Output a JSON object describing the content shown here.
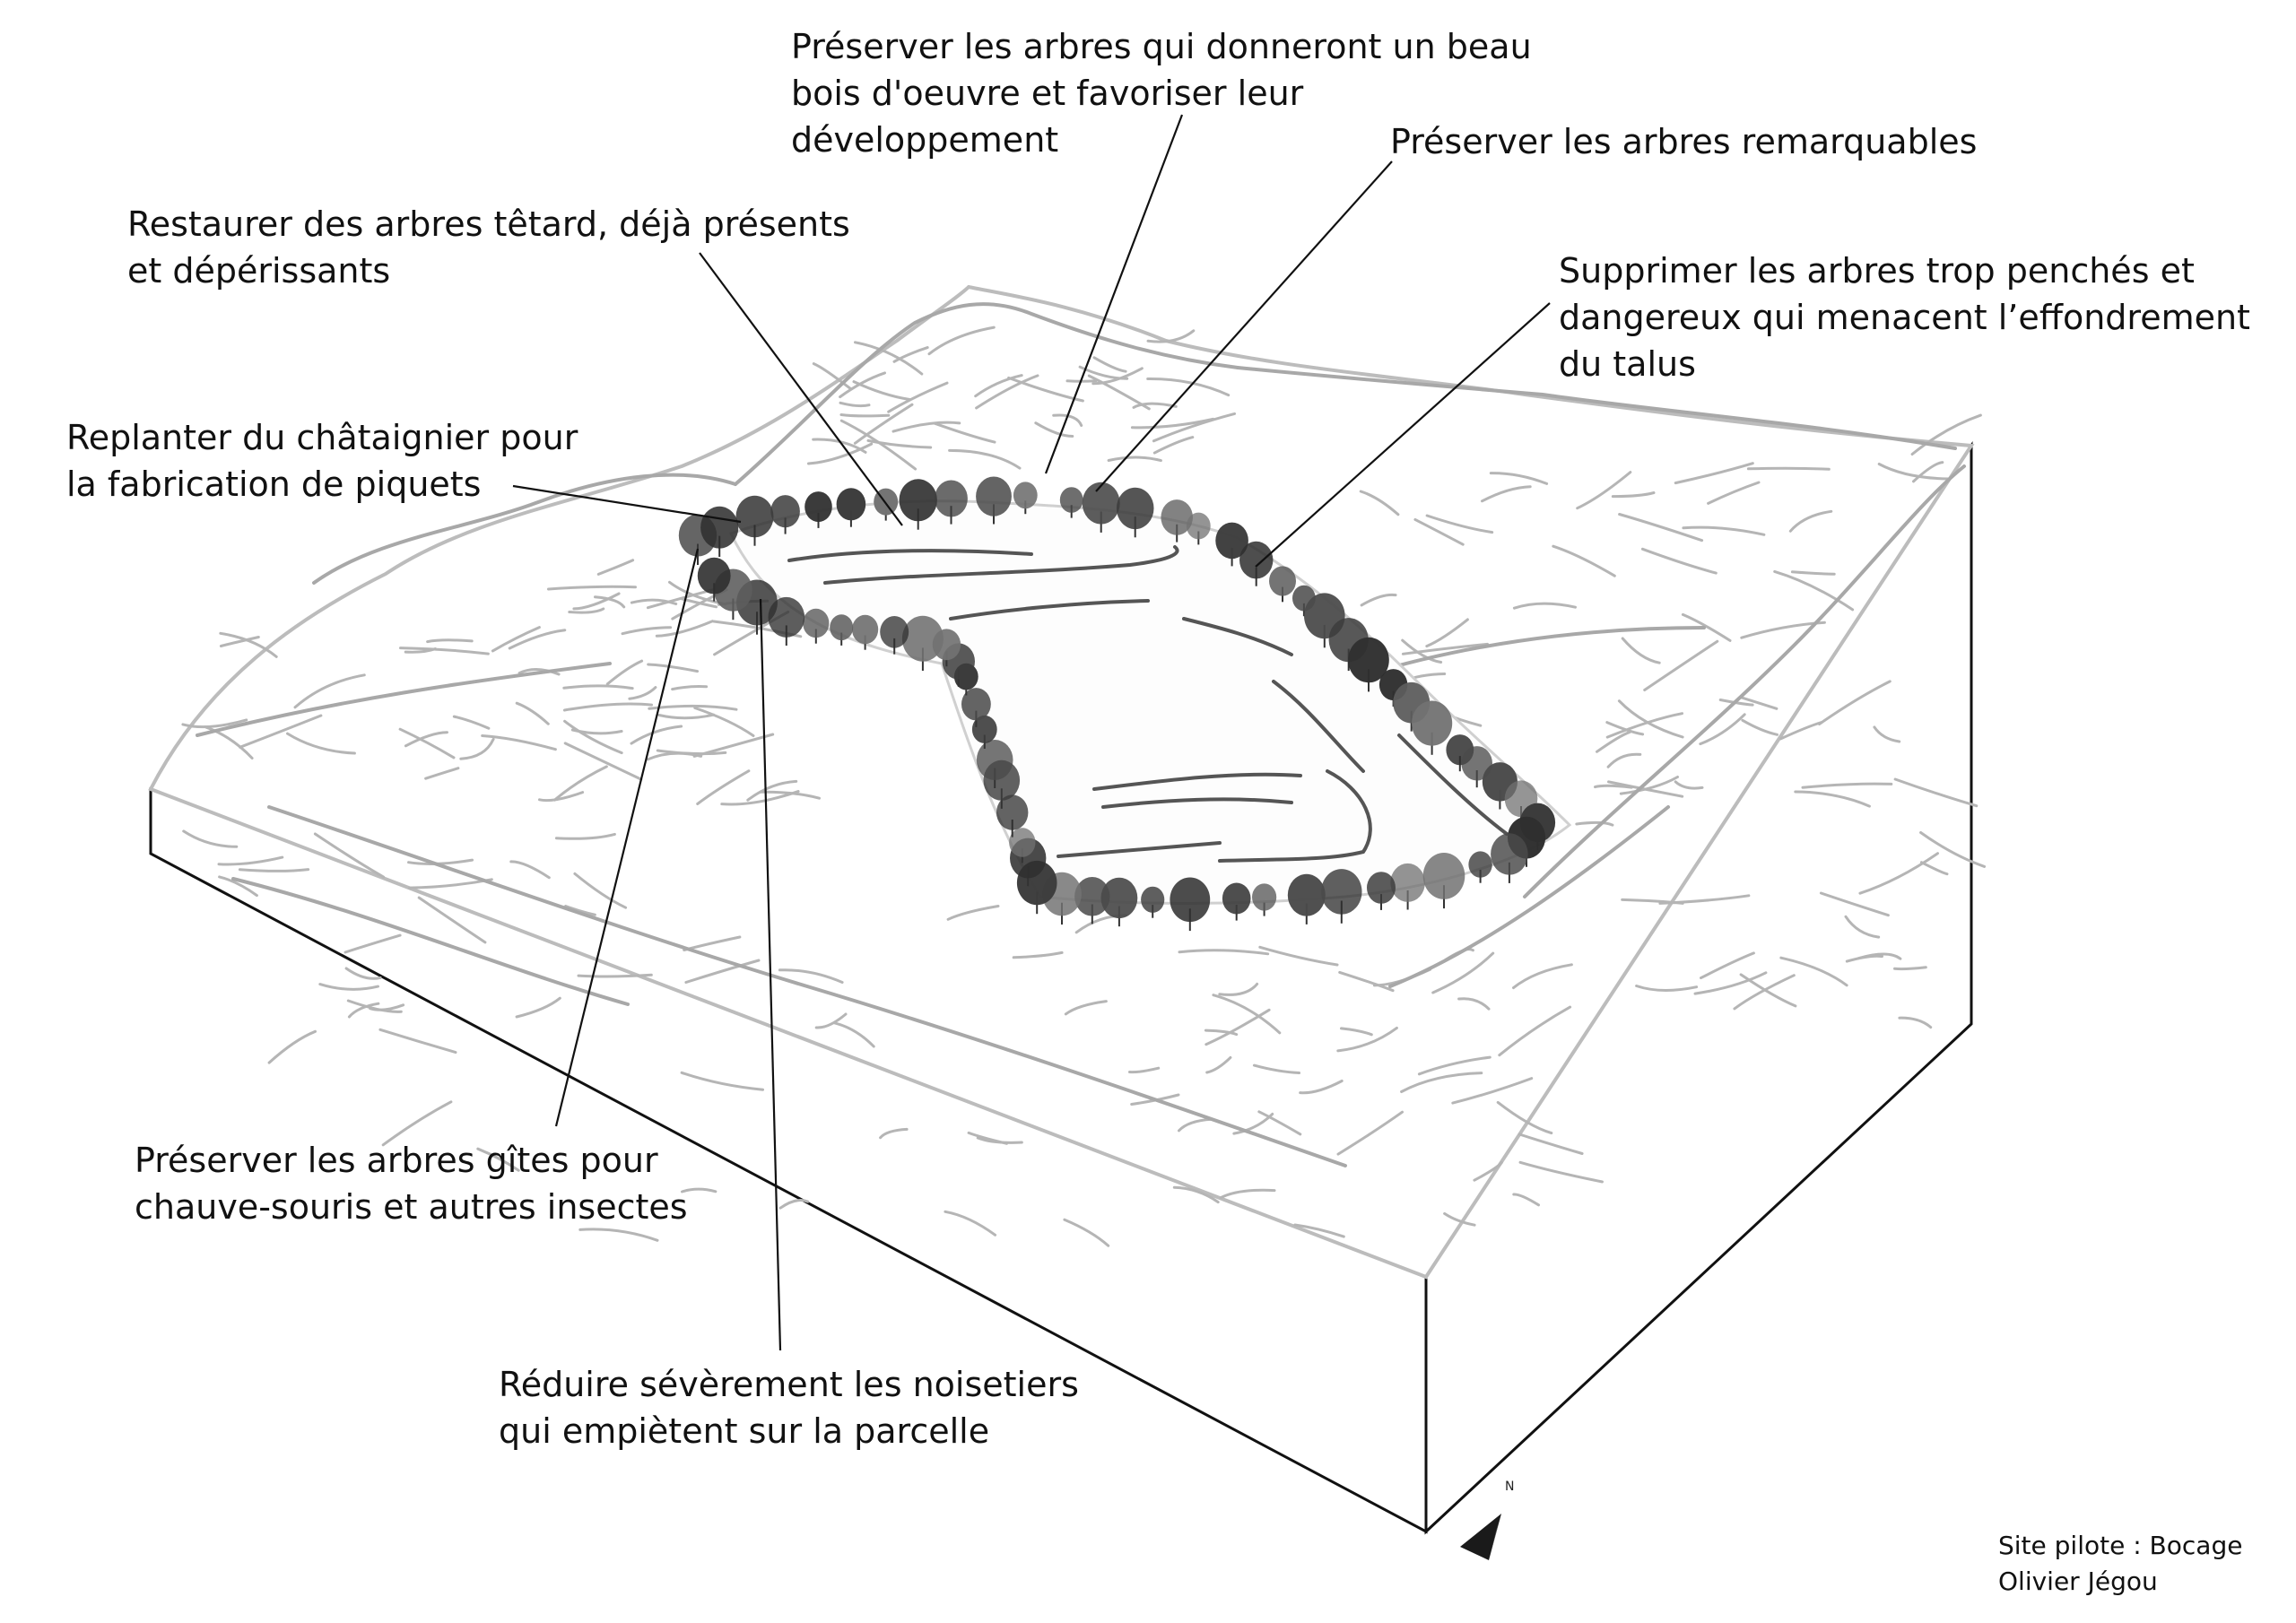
{
  "annotations": [
    {
      "id": "bois-oeuvre",
      "lines": [
        "Préserver les arbres qui donneront un beau",
        "bois d'oeuvre et favoriser leur",
        "développement"
      ]
    },
    {
      "id": "remarquables",
      "lines": [
        "Préserver les arbres remarquables"
      ]
    },
    {
      "id": "tetard",
      "lines": [
        "Restaurer des arbres têtard, déjà présents",
        "et dépérissants"
      ]
    },
    {
      "id": "penches",
      "lines": [
        "Supprimer les arbres trop penchés et",
        "dangereux qui menacent l’effondrement",
        "du talus"
      ]
    },
    {
      "id": "chataignier",
      "lines": [
        "Replanter du châtaignier pour",
        "la fabrication de piquets"
      ]
    },
    {
      "id": "gites",
      "lines": [
        "Préserver les arbres gîtes pour",
        "chauve-souris et autres insectes"
      ]
    },
    {
      "id": "noisetiers",
      "lines": [
        "Réduire sévèrement les noisetiers",
        "qui empiètent sur la parcelle"
      ]
    }
  ],
  "credit": {
    "lines": [
      "Site pilote : Bocage",
      "Olivier Jégou"
    ]
  },
  "north_arrow": {
    "letter": "N"
  },
  "colors": {
    "sketch": "#b5b5b5",
    "tree_dark": "#3a3a3a",
    "tree_mid": "#6b6b6b",
    "text": "#111111",
    "leader": "#111111"
  }
}
